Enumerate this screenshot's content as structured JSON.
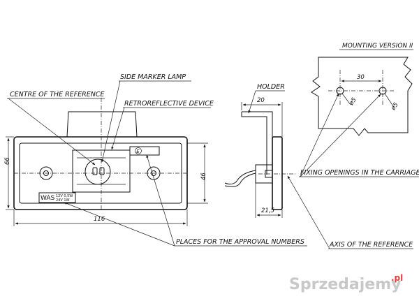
{
  "labels": {
    "side_marker_lamp": "SIDE MARKER LAMP",
    "centre_of_reference": "CENTRE OF THE REFERENCE",
    "retroreflective_device": "RETROREFLECTIVE DEVICE",
    "holder": "HOLDER",
    "mounting_version": "MOUNTING VERSION II",
    "fixing_openings": "FIXING OPENINGS IN THE CARRIAGE",
    "places_approval": "PLACES FOR THE APPROVAL NUMBERS",
    "axis_reference": "AXIS OF THE REFERENCE"
  },
  "dimensions": {
    "height_66": "66",
    "width_116": "116",
    "height_46": "46",
    "depth_20": "20",
    "depth_21_5": "21,5",
    "spacing_30": "30",
    "hole_left": "ø5",
    "hole_right": "ø5"
  },
  "lamp_marks": {
    "brand": "WAS",
    "rating_1": "12V 0,5W",
    "rating_2": "24V 1W",
    "approval_mark": "E"
  },
  "watermark": {
    "text": "Sprzedajemy",
    "suffix": ".pl"
  }
}
